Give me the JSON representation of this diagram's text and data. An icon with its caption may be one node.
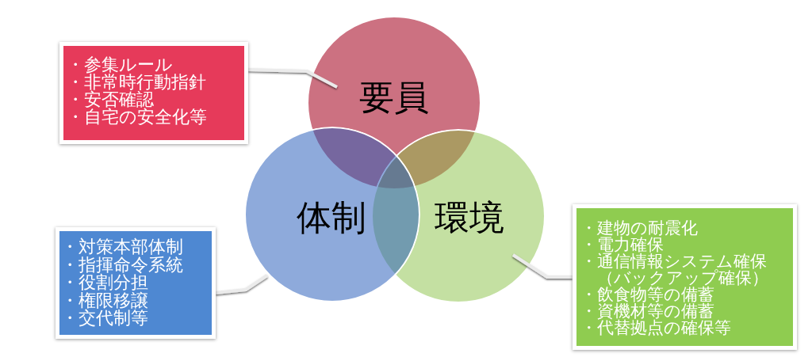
{
  "diagram": {
    "nodes": [
      {
        "text": [
          "・参集ルール",
          "・非常時行動指針",
          "・安否確認",
          "・自宅の安全化等"
        ]
      },
      {
        "text": [
          "要員"
        ]
      },
      {
        "text": [
          "体制"
        ]
      },
      {
        "text": [
          "環境"
        ]
      },
      {
        "text": [
          "・建物の耐震化",
          "・電力確保",
          "・通信情報システム確保（バックアップ確保）",
          "・飲食物等の備蓄",
          "・資機材等の備蓄",
          "・代替拠点の確保等"
        ]
      },
      {
        "text": [
          "・対策本部体制",
          "・指揮命令系統",
          "・役割分担",
          "・権限移譲",
          "・交代制等"
        ]
      }
    ],
    "edges": [
      {
        "from": 0,
        "to": 1,
        "arrow": "none"
      },
      {
        "from": 4,
        "to": 3,
        "arrow": "none"
      },
      {
        "from": 5,
        "to": 2,
        "arrow": "none"
      }
    ]
  }
}
